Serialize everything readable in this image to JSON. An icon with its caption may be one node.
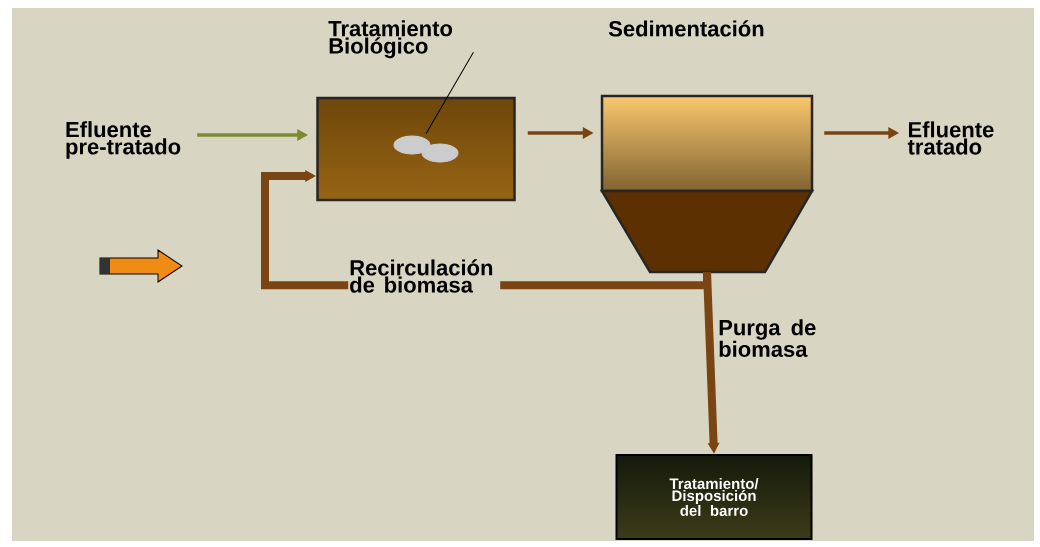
{
  "diagram": {
    "nodes": [
      {
        "text": [
          "Efluente pre-tratado"
        ]
      },
      {
        "text": [
          "Tratamiento Biológico"
        ]
      },
      {
        "text": [],
        "shape": "ellipse",
        "in": 1
      },
      {
        "text": [
          "Sedimentación"
        ]
      },
      {
        "text": [
          "Efluente tratado"
        ]
      },
      {
        "text": [
          "Tratamiento/ Disposición del barro"
        ]
      }
    ],
    "edges": [
      {
        "from": 0,
        "to": 1,
        "arrow": "to",
        "color": "#7d8a2e"
      },
      {
        "from": 1,
        "to": 2,
        "arrow": "none",
        "color": "#000000"
      },
      {
        "from": 1,
        "to": 3,
        "arrow": "to"
      },
      {
        "from": 3,
        "to": 4,
        "arrow": "to"
      },
      {
        "from": 3,
        "to": 1,
        "arrow": "to",
        "label": "Recirculación de biomasa",
        "style": "thick"
      },
      {
        "from": 3,
        "to": 5,
        "arrow": "to",
        "label": "Purga de biomasa",
        "style": "thick"
      }
    ]
  }
}
